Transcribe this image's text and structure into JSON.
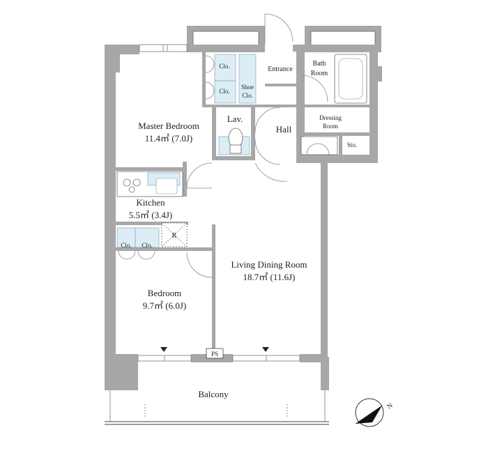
{
  "rooms": {
    "master_bedroom": {
      "name": "Master Bedroom",
      "area": "11.4㎡ (7.0J)"
    },
    "kitchen": {
      "name": "Kitchen",
      "area": "5.5㎡ (3.4J)"
    },
    "bedroom": {
      "name": "Bedroom",
      "area": "9.7㎡ (6.0J)"
    },
    "living": {
      "name": "Living Dining Room",
      "area": "18.7㎡ (11.6J)"
    },
    "entrance": "Entrance",
    "bath_room": [
      "Bath",
      "Room"
    ],
    "hall": "Hall",
    "lavatory": "Lav.",
    "dressing_room": [
      "Dressing",
      "Room"
    ],
    "storage": "Sto.",
    "balcony": "Balcony"
  },
  "closets": {
    "master_upper": "Clo.",
    "master_lower": "Clo.",
    "shoe": [
      "Shoe",
      "Clo."
    ],
    "bedroom_left": "Clo.",
    "bedroom_right": "Clo."
  },
  "fixtures": {
    "refrigerator": "R",
    "pipe_space": "PS"
  },
  "compass": {
    "north": "N"
  }
}
